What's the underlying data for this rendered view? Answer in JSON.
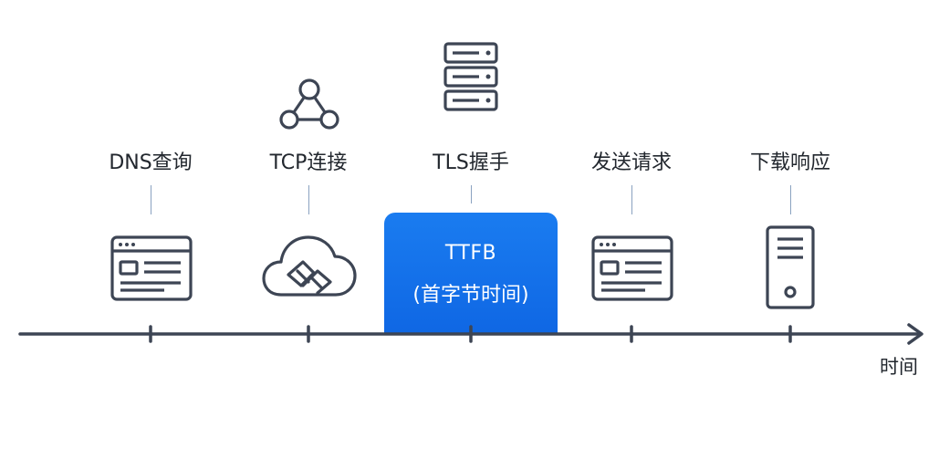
{
  "stages": [
    {
      "label": "DNS查询",
      "icon": "browser-window-icon"
    },
    {
      "label": "TCP连接",
      "icon": "network-graph-icon"
    },
    {
      "label": "TLS握手",
      "icon": "server-rack-icon"
    },
    {
      "label": "发送请求",
      "icon": "browser-window-icon"
    },
    {
      "label": "下载响应",
      "icon": "server-tower-icon"
    }
  ],
  "ttfb": {
    "line1": "TTFB",
    "line2": "(首字节时间)"
  },
  "axis_label": "时间",
  "colors": {
    "stroke": "#3d4554",
    "accent": "#1273ea",
    "connector": "#8aa2c0"
  }
}
